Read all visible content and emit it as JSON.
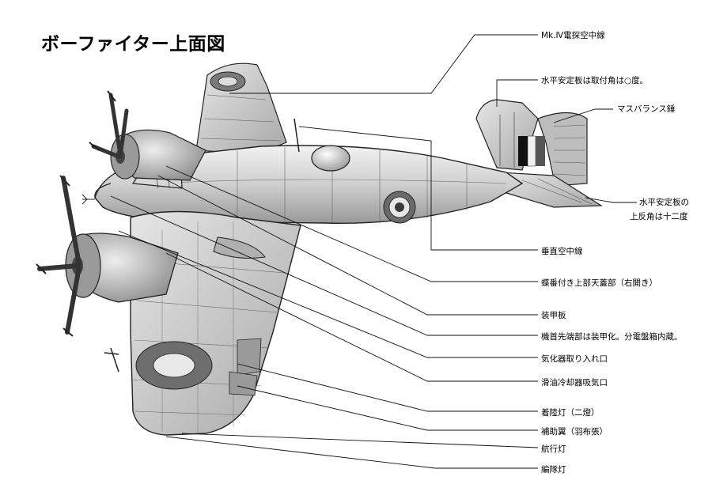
{
  "diagram": {
    "title": "ボーファイター上面図",
    "labels": [
      "Mk.Ⅳ電探空中線",
      "水平安定板は取付角は○度。",
      "マスバランス錘",
      "水平安定板の",
      "上反角は十二度",
      "垂直空中線",
      "蝶番付き上部天蓋部（右開き）",
      "装甲板",
      "機首先端部は装甲化。分電盤箱内蔵。",
      "気化器取り入れ口",
      "滑油冷却器吸気口",
      "着陸灯（二燈）",
      "補助翼（羽布張）",
      "航行灯",
      "編隊灯"
    ]
  }
}
